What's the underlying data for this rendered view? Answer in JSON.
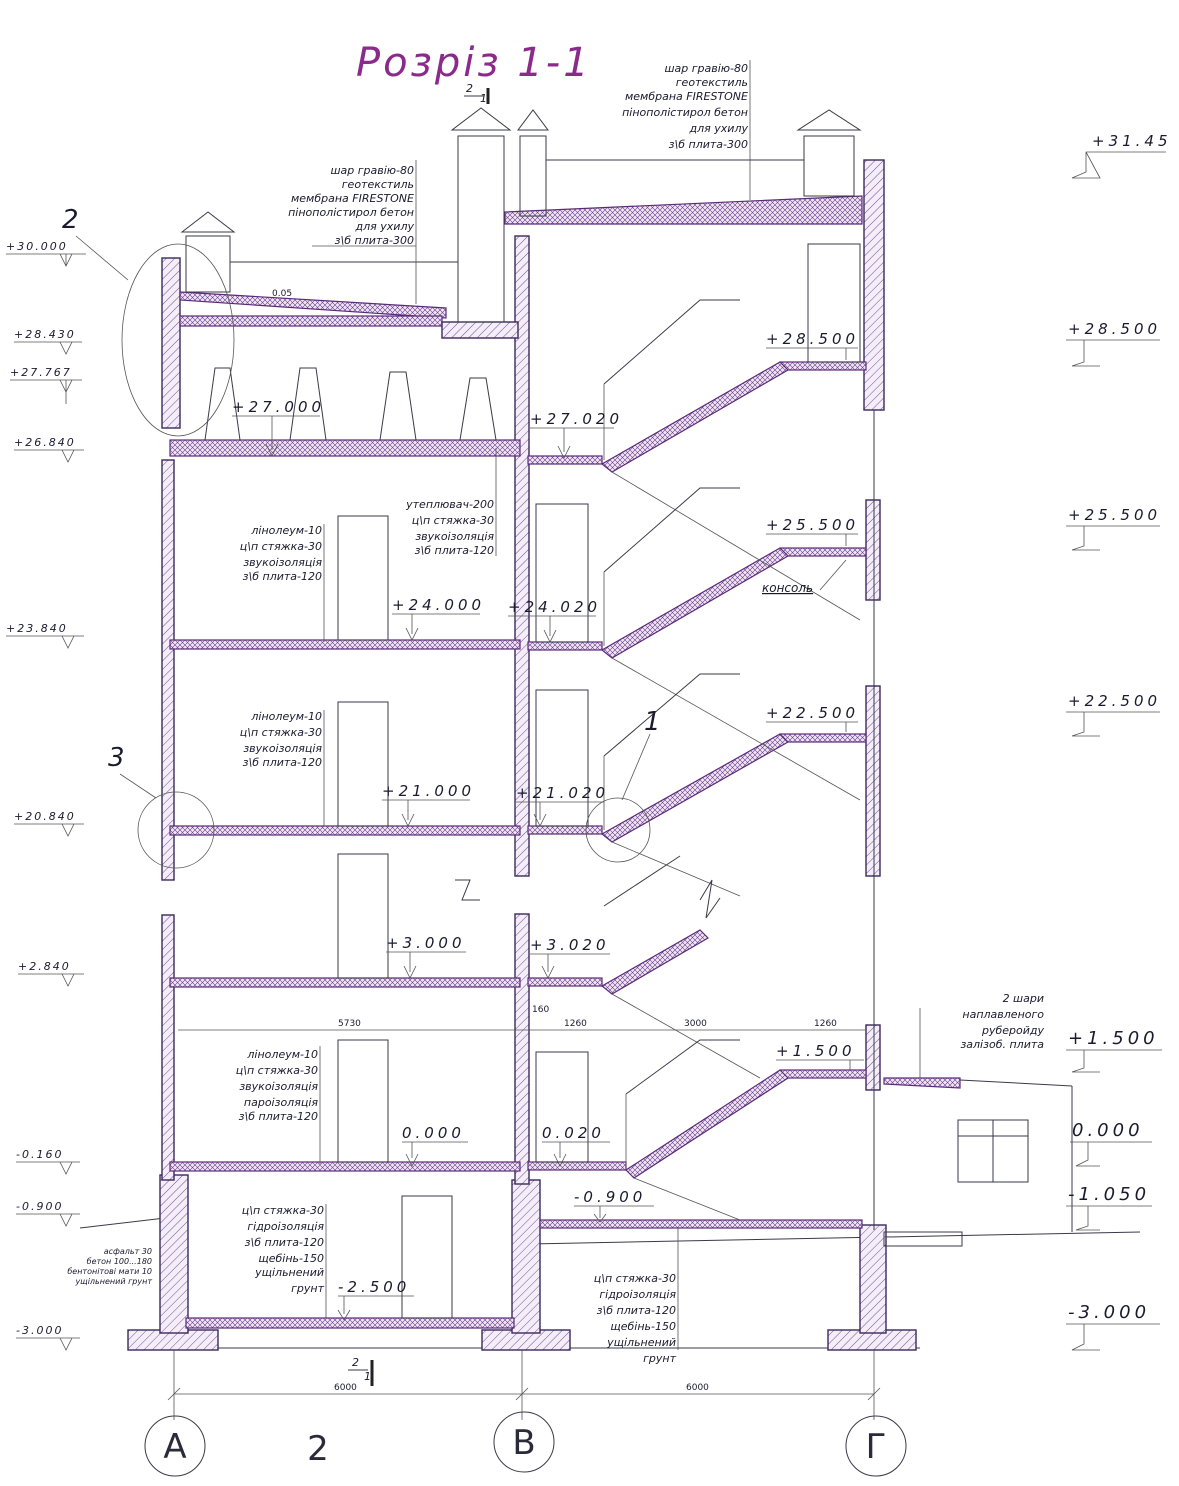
{
  "title": "Розріз 1-1",
  "axes": [
    {
      "id": "A",
      "label": "А"
    },
    {
      "id": "2",
      "label": "2"
    },
    {
      "id": "V",
      "label": "В"
    },
    {
      "id": "G",
      "label": "Г"
    }
  ],
  "section_marks": {
    "top": "2",
    "top_num": "1",
    "bottom": "2",
    "bottom_num": "1"
  },
  "callouts": {
    "c1": "1",
    "c2": "2",
    "c3": "3",
    "slope": "0.05",
    "console": "консоль"
  },
  "dimensions": {
    "d6000a": "6000",
    "d6000b": "6000",
    "d5730": "5730",
    "d1260a": "1260",
    "d3000": "3000",
    "d1260b": "1260",
    "d160": "160"
  },
  "levels_left": [
    "+30.000",
    "+28.430",
    "+27.767",
    "+26.840",
    "+23.840",
    "+20.840",
    "+2.840",
    "-0.160",
    "-0.900",
    "-3.000"
  ],
  "levels_right": [
    "+31.45",
    "+28.500",
    "+25.500",
    "+22.500",
    "+1.500",
    "0.000",
    "-1.050",
    "-3.000"
  ],
  "levels_inner": {
    "l27000": "+27.000",
    "l27020": "+27.020",
    "l28500": "+28.500",
    "l25500": "+25.500",
    "l24000": "+24.000",
    "l24020": "+24.020",
    "l22500": "+22.500",
    "l21000": "+21.000",
    "l21020": "+21.020",
    "l3000": "+3.000",
    "l3020": "+3.020",
    "l1500": "+1.500",
    "l0000": "0.000",
    "l0020": "0.020",
    "lm0900": "-0.900",
    "lm2500": "-2.500"
  },
  "notes": {
    "roof_left": [
      "шар гравію-80",
      "геотекстиль",
      "мембрана FIRESTONE",
      "пінополістирол бетон",
      "для ухилу",
      "з\\б плита-300"
    ],
    "roof_right": [
      "шар гравію-80",
      "геотекстиль",
      "мембрана FIRESTONE",
      "пінополістирол бетон",
      "для ухилу",
      "з\\б плита-300"
    ],
    "floor_a": [
      "лінолеум-10",
      "ц\\п стяжка-30",
      "звукоізоляція",
      "з\\б плита-120"
    ],
    "floor_b": [
      "лінолеум-10",
      "ц\\п стяжка-30",
      "звукоізоляція",
      "з\\б плита-120"
    ],
    "floor_c": [
      "лінолеум-10",
      "ц\\п стяжка-30",
      "звукоізоляція",
      "пароізоляція",
      "з\\б плита-120"
    ],
    "attic": [
      "утеплювач-200",
      "ц\\п стяжка-30",
      "звукоізоляція",
      "з\\б плита-120"
    ],
    "basement": [
      "ц\\п стяжка-30",
      "гідроізоляція",
      "з\\б плита-120",
      "щебінь-150",
      "ущільнений",
      "грунт"
    ],
    "stair_base": [
      "ц\\п стяжка-30",
      "гідроізоляція",
      "з\\б плита-120",
      "щебінь-150",
      "ущільнений",
      "грунт"
    ],
    "porch": [
      "2 шари",
      "наплавленого",
      "руберойду",
      "залізоб. плита"
    ],
    "paving": [
      "асфальт 30",
      "бетон 100...180",
      "бентонітові мати 10",
      "ущільнений грунт"
    ]
  }
}
